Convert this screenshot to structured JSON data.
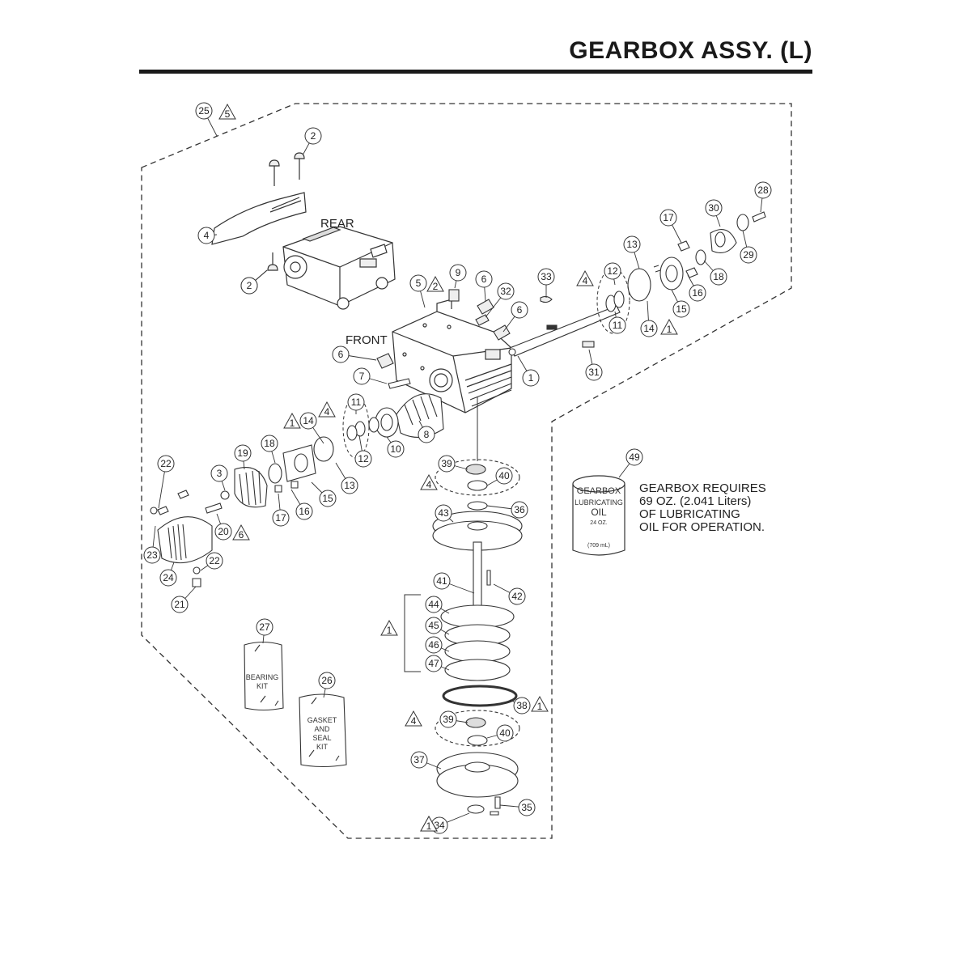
{
  "header": {
    "title": "GEARBOX ASSY. (L)"
  },
  "labels": {
    "rear": "REAR",
    "front": "FRONT"
  },
  "note": {
    "lines": [
      "GEARBOX REQUIRES",
      "69 OZ.  (2.041 Liters)",
      "OF LUBRICATING",
      "OIL FOR OPERATION."
    ]
  },
  "can": {
    "line1": "GEARBOX",
    "line2": "LUBRICATING",
    "line3": "OIL",
    "line4": "24 OZ.",
    "line5": "(709 mL)"
  },
  "bearing_kit": {
    "line1": "BEARING",
    "line2": "KIT"
  },
  "gasket_kit": {
    "line1": "GASKET",
    "line2": "AND",
    "line3": "SEAL",
    "line4": "KIT"
  },
  "callouts": [
    "25",
    "2",
    "2",
    "4",
    "2",
    "5",
    "9",
    "6",
    "32",
    "6",
    "33",
    "12",
    "11",
    "13",
    "17",
    "30",
    "28",
    "29",
    "18",
    "16",
    "15",
    "14",
    "1",
    "31",
    "6",
    "7",
    "11",
    "14",
    "12",
    "10",
    "8",
    "18",
    "19",
    "15",
    "13",
    "16",
    "17",
    "3",
    "22",
    "20",
    "23",
    "24",
    "22",
    "21",
    "39",
    "40",
    "36",
    "43",
    "41",
    "42",
    "44",
    "45",
    "46",
    "47",
    "38",
    "39",
    "40",
    "37",
    "35",
    "34",
    "27",
    "26",
    "49"
  ],
  "triangles": [
    "5",
    "2",
    "4",
    "1",
    "4",
    "1",
    "4",
    "6",
    "4",
    "1",
    "1",
    "4",
    "1"
  ]
}
